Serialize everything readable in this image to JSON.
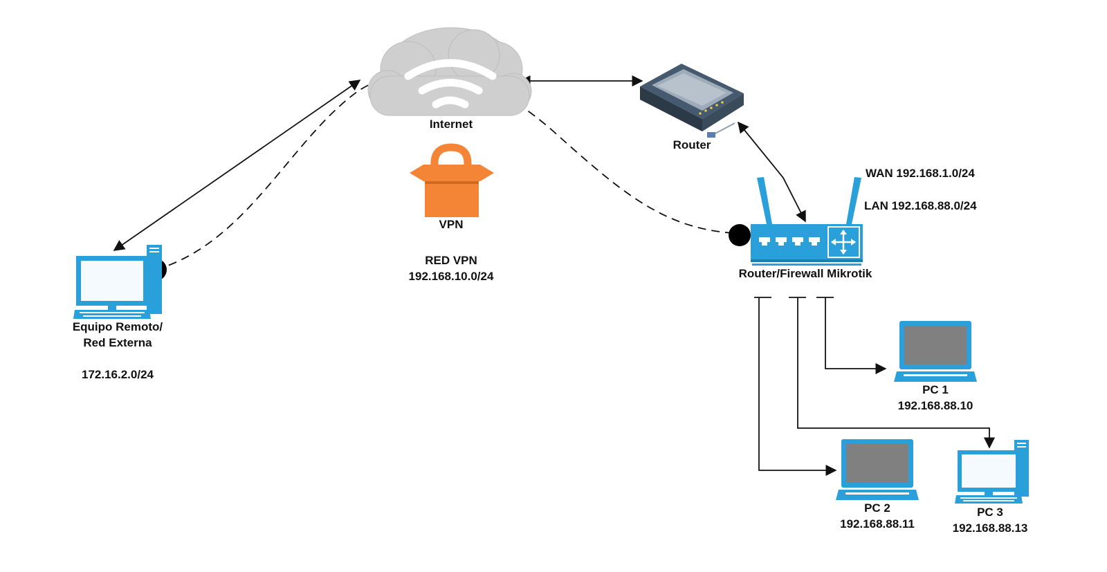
{
  "nodes": {
    "internet": {
      "label": "Internet",
      "icon": "cloud-wifi-icon"
    },
    "vpn": {
      "label": "VPN",
      "icon": "vpn-lock-icon",
      "color": "#F58536"
    },
    "red_vpn": {
      "title": "RED VPN",
      "subnet": "192.168.10.0/24"
    },
    "router": {
      "label": "Router",
      "icon": "modem-router-icon"
    },
    "mikrotik": {
      "label": "Router/Firewall Mikrotik",
      "icon": "wireless-router-icon",
      "wan": "WAN 192.168.1.0/24",
      "lan": "LAN 192.168.88.0/24",
      "color": "#2AA0DA"
    },
    "remote": {
      "label_line1": "Equipo Remoto/",
      "label_line2": "Red Externa",
      "subnet": "172.16.2.0/24",
      "icon": "desktop-computer-icon"
    },
    "pc1": {
      "label": "PC 1",
      "ip": "192.168.88.10",
      "icon": "laptop-icon"
    },
    "pc2": {
      "label": "PC 2",
      "ip": "192.168.88.11",
      "icon": "laptop-icon"
    },
    "pc3": {
      "label": "PC 3",
      "ip": "192.168.88.13",
      "icon": "desktop-computer-icon"
    }
  },
  "colors": {
    "device_blue": "#2AA0DA",
    "screen_gray": "#808080",
    "cloud_gray": "#D2D2D2",
    "vpn_orange": "#F58536",
    "line": "#111111"
  }
}
